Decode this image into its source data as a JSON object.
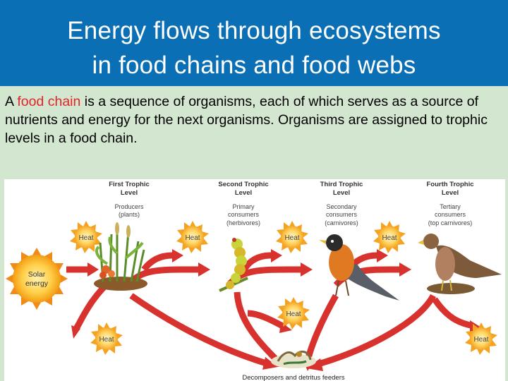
{
  "slide": {
    "title_line_1": "Energy flows through ecosystems",
    "title_line_2": "in food chains and food webs",
    "body": {
      "lead": "A ",
      "highlight": "food chain",
      "rest": " is a sequence of organisms, each of which serves as a source of nutrients and energy for the next organisms. Organisms are assigned to trophic levels in a food chain."
    },
    "colors": {
      "title_bg": "#0b6fb5",
      "page_bg": "#d3e6cf",
      "highlight": "#e0262a",
      "arrow": "#d8322e"
    }
  },
  "diagram": {
    "levels": [
      {
        "title_1": "First Trophic",
        "title_2": "Level",
        "sub_1": "Producers",
        "sub_2": "(plants)"
      },
      {
        "title_1": "Second Trophic",
        "title_2": "Level",
        "sub_1": "Primary",
        "sub_2": "consumers",
        "sub_3": "(herbivores)"
      },
      {
        "title_1": "Third Trophic",
        "title_2": "Level",
        "sub_1": "Secondary",
        "sub_2": "consumers",
        "sub_3": "(carnivores)"
      },
      {
        "title_1": "Fourth Trophic",
        "title_2": "Level",
        "sub_1": "Tertiary",
        "sub_2": "consumers",
        "sub_3": "(top carnivores)"
      }
    ],
    "sun_label_1": "Solar",
    "sun_label_2": "energy",
    "heat_label": "Heat",
    "bottom_label": "Decomposers and detritus feeders",
    "icons": [
      "sun-icon",
      "heat-icon",
      "plant-icon",
      "caterpillar-icon",
      "robin-icon",
      "hawk-icon",
      "decomposers-icon"
    ]
  }
}
